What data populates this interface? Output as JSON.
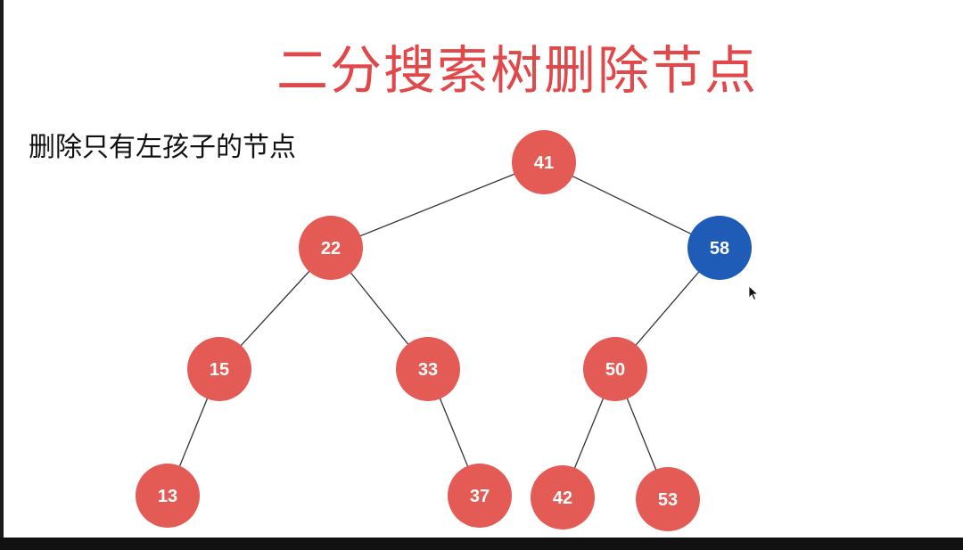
{
  "slide": {
    "title": "二分搜索树删除节点",
    "subtitle": "删除只有左孩子的节点"
  },
  "colors": {
    "title": "#e0484a",
    "node_default": "#e35b54",
    "node_highlight": "#1e5cb8"
  },
  "tree": {
    "nodes": [
      {
        "id": "n41",
        "label": "41",
        "highlight": false
      },
      {
        "id": "n22",
        "label": "22",
        "highlight": false
      },
      {
        "id": "n58",
        "label": "58",
        "highlight": true
      },
      {
        "id": "n15",
        "label": "15",
        "highlight": false
      },
      {
        "id": "n33",
        "label": "33",
        "highlight": false
      },
      {
        "id": "n50",
        "label": "50",
        "highlight": false
      },
      {
        "id": "n13",
        "label": "13",
        "highlight": false
      },
      {
        "id": "n37",
        "label": "37",
        "highlight": false
      },
      {
        "id": "n42",
        "label": "42",
        "highlight": false
      },
      {
        "id": "n53",
        "label": "53",
        "highlight": false
      }
    ],
    "edges": [
      [
        "n41",
        "n22"
      ],
      [
        "n41",
        "n58"
      ],
      [
        "n22",
        "n15"
      ],
      [
        "n22",
        "n33"
      ],
      [
        "n58",
        "n50"
      ],
      [
        "n15",
        "n13"
      ],
      [
        "n33",
        "n37"
      ],
      [
        "n50",
        "n42"
      ],
      [
        "n50",
        "n53"
      ]
    ]
  },
  "icons": {
    "cursor": "mouse-pointer-icon"
  }
}
